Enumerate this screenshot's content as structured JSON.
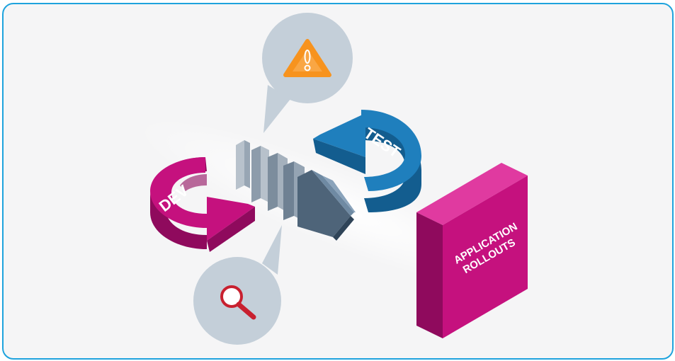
{
  "labels": {
    "dev": "DEV",
    "test": "TEST",
    "rollouts_line1": "APPLICATION",
    "rollouts_line2": "ROLLOUTS"
  },
  "colors": {
    "frame_border": "#1ea3dd",
    "background": "#f5f5f6",
    "dev": "#c5117e",
    "test": "#1f7fbd",
    "rollouts": "#c5117e",
    "bubble": "#c4cfd9",
    "warning": "#f7931e",
    "magnifier": "#c8202f",
    "steps": "#7a8ea1"
  },
  "icons": {
    "warning": "warning-icon",
    "search": "magnifier-icon"
  }
}
